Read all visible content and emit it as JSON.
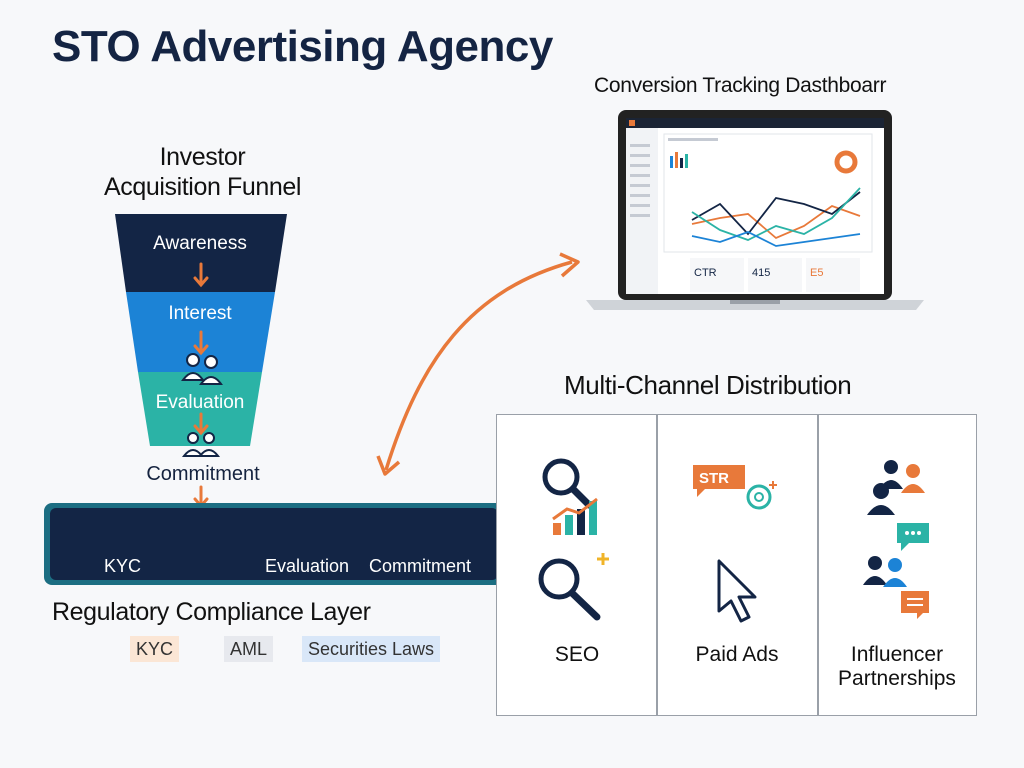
{
  "title": "STO Advertising Agency",
  "dashboard": {
    "title": "Conversion Tracking Dasthboarr",
    "kpis": [
      "CTR",
      "415",
      "E5"
    ]
  },
  "funnel": {
    "title_line1": "Investor",
    "title_line2": "Acquisition Funnel",
    "stages": [
      "Awareness",
      "Interest",
      "Evaluation",
      "Commitment"
    ]
  },
  "compliance_bar": {
    "items": [
      "KYC",
      "Evaluation",
      "Commitment"
    ]
  },
  "regulatory": {
    "title": "Regulatory Compliance Layer",
    "tags": [
      "KYC",
      "AML",
      "Securities Laws"
    ]
  },
  "multichannel": {
    "title": "Multi-Channel Distribution",
    "channels": [
      "SEO",
      "Paid Ads",
      "Influencer Partnerships"
    ],
    "channel_line1": "Influencer",
    "channel_line2": "Partnerships",
    "ad_badge": "STR"
  },
  "colors": {
    "navy": "#132545",
    "blue": "#1c83d6",
    "teal": "#2bb3a6",
    "orange": "#e8793a"
  }
}
